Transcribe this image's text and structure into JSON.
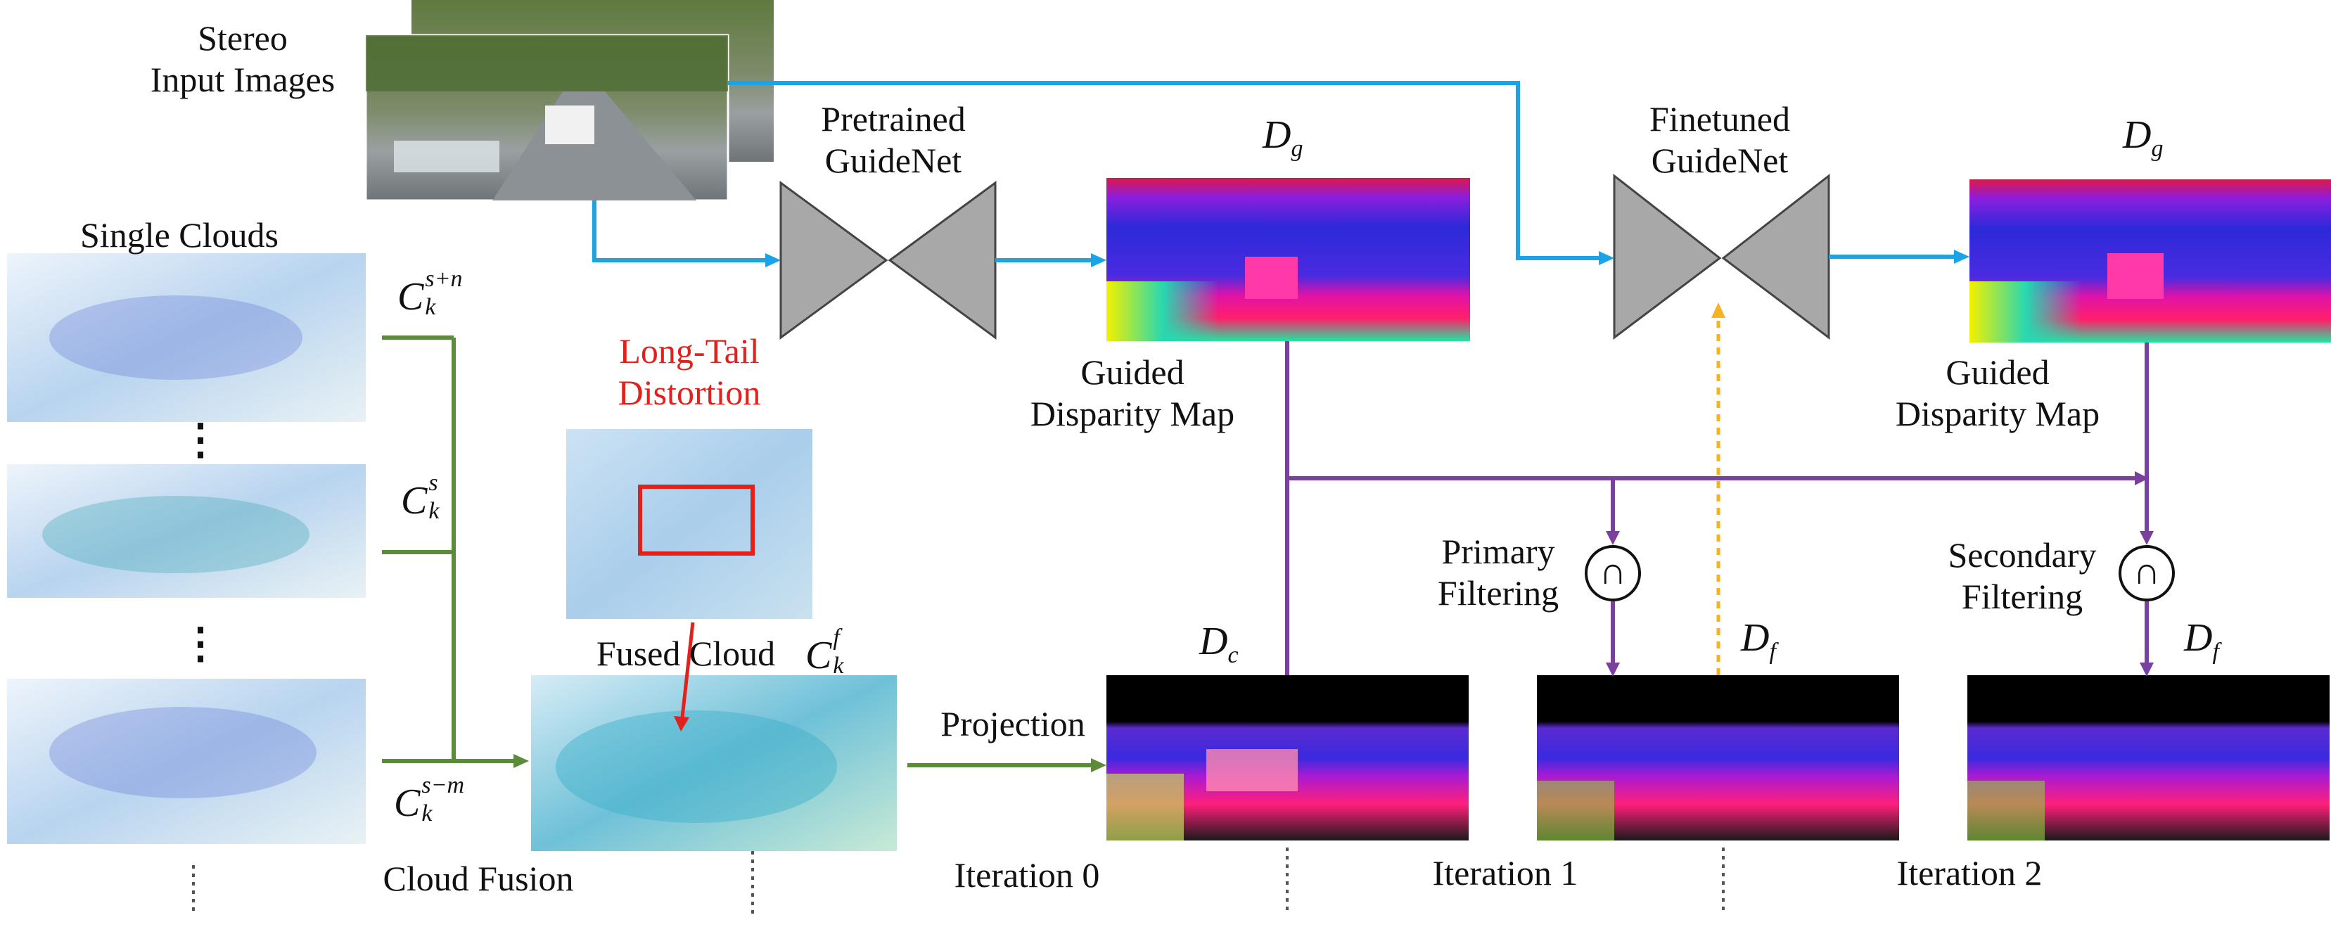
{
  "labels": {
    "stereo_input": [
      "Stereo",
      "Input Images"
    ],
    "single_clouds": "Single Clouds",
    "pretrained_guidenet": [
      "Pretrained",
      "GuideNet"
    ],
    "finetuned_guidenet": [
      "Finetuned",
      "GuideNet"
    ],
    "guided_disparity_1": [
      "Guided",
      "Disparity Map"
    ],
    "guided_disparity_2": [
      "Guided",
      "Disparity Map"
    ],
    "long_tail_distortion": [
      "Long-Tail",
      "Distortion"
    ],
    "fused_cloud": "Fused Cloud",
    "projection": "Projection",
    "primary_filtering": [
      "Primary",
      "Filtering"
    ],
    "secondary_filtering": [
      "Secondary",
      "Filtering"
    ],
    "cloud_fusion": "Cloud Fusion",
    "iteration_0": "Iteration 0",
    "iteration_1": "Iteration 1",
    "iteration_2": "Iteration 2"
  },
  "symbols": {
    "dg": {
      "base": "D",
      "sub": "g"
    },
    "dc": {
      "base": "D",
      "sub": "c"
    },
    "df": {
      "base": "D",
      "sub": "f"
    },
    "c_top": {
      "base": "C",
      "sub": "k",
      "sup": "s+n"
    },
    "c_mid": {
      "base": "C",
      "sub": "k",
      "sup": "s"
    },
    "c_bot": {
      "base": "C",
      "sub": "k",
      "sup": "s−m"
    },
    "c_fused": {
      "base": "C",
      "sub": "k",
      "sup": "f"
    },
    "intersection": "∩",
    "ellipsis": "⋮"
  },
  "colors": {
    "image_flow": "#1aa3e6",
    "cloud_flow": "#5c8b3a",
    "filter_flow": "#7b3fa0",
    "feedback": "#f5b222",
    "network": "#a8a8a8",
    "distortion": "#e3211c"
  }
}
